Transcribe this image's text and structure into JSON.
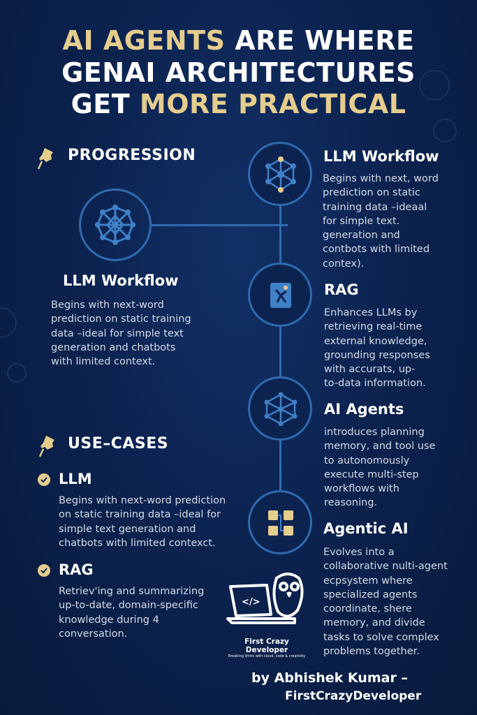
{
  "title": {
    "line1_gold": "AI AGENTS",
    "line1_white": " ARE WHERE",
    "line2": "GENAI ARCHITECTURES",
    "line3_white": "GET ",
    "line3_gold": "MORE PRACTICAL"
  },
  "progression": {
    "heading": "PROGRESSION",
    "left_item": {
      "title": "LLM Workflow",
      "lines": [
        "Begins with next-word",
        "prediction on static training",
        "data –ideal for simple text",
        "generation and chatbots",
        "with limited context."
      ]
    },
    "steps": [
      {
        "title": "LLM Workflow",
        "icon": "neural-network-icon",
        "lines": [
          "Begins with next, word",
          "prediction on static",
          "training data –ideaal",
          "for simple text.",
          "generation and",
          "contbots with limited",
          "contex)."
        ]
      },
      {
        "title": "RAG",
        "icon": "document-retrieval-icon",
        "lines": [
          "Enhances LLMs by",
          "retrieving real-time",
          "external knowledge,",
          "grounding responses",
          "with accurats, up-",
          "to-data information."
        ]
      },
      {
        "title": "AI Agents",
        "icon": "agent-network-icon",
        "lines": [
          "introduces planning",
          "memory, and tool use",
          "to autonomously",
          "execute multi-step",
          "workflows with",
          "reasoning."
        ]
      },
      {
        "title": "Agentic AI",
        "icon": "multi-agent-icon",
        "lines": [
          "Evolves into a",
          "collaborative nulti-agent",
          "ecpsystem where",
          "specialized agents",
          "coordinate, shere",
          "memory, and divide",
          "tasks to solve complex",
          "problems together."
        ]
      }
    ]
  },
  "use_cases": {
    "heading": "USE–CASES",
    "items": [
      {
        "title": "LLM",
        "lines": [
          "Begins with next-word prediction",
          "on static training data –ideal for",
          "simple text generation and",
          "chatbots with limited contexct."
        ]
      },
      {
        "title": "RAG",
        "lines": [
          "Retriev'ing and summarizing",
          "up-to-date, domain-specific",
          "knowledge during 4",
          "conversation."
        ]
      }
    ]
  },
  "logo": {
    "name": "First Crazy Developer",
    "tagline": "Breaking limits with cloud, code & creativity"
  },
  "byline": {
    "line1": "by Abhishek Kumar –",
    "line2": "FirstCrazyDeveloper"
  },
  "colors": {
    "gold": "#e5cd8e",
    "accent_blue": "#2e6bb0",
    "background": "#0c2350"
  }
}
